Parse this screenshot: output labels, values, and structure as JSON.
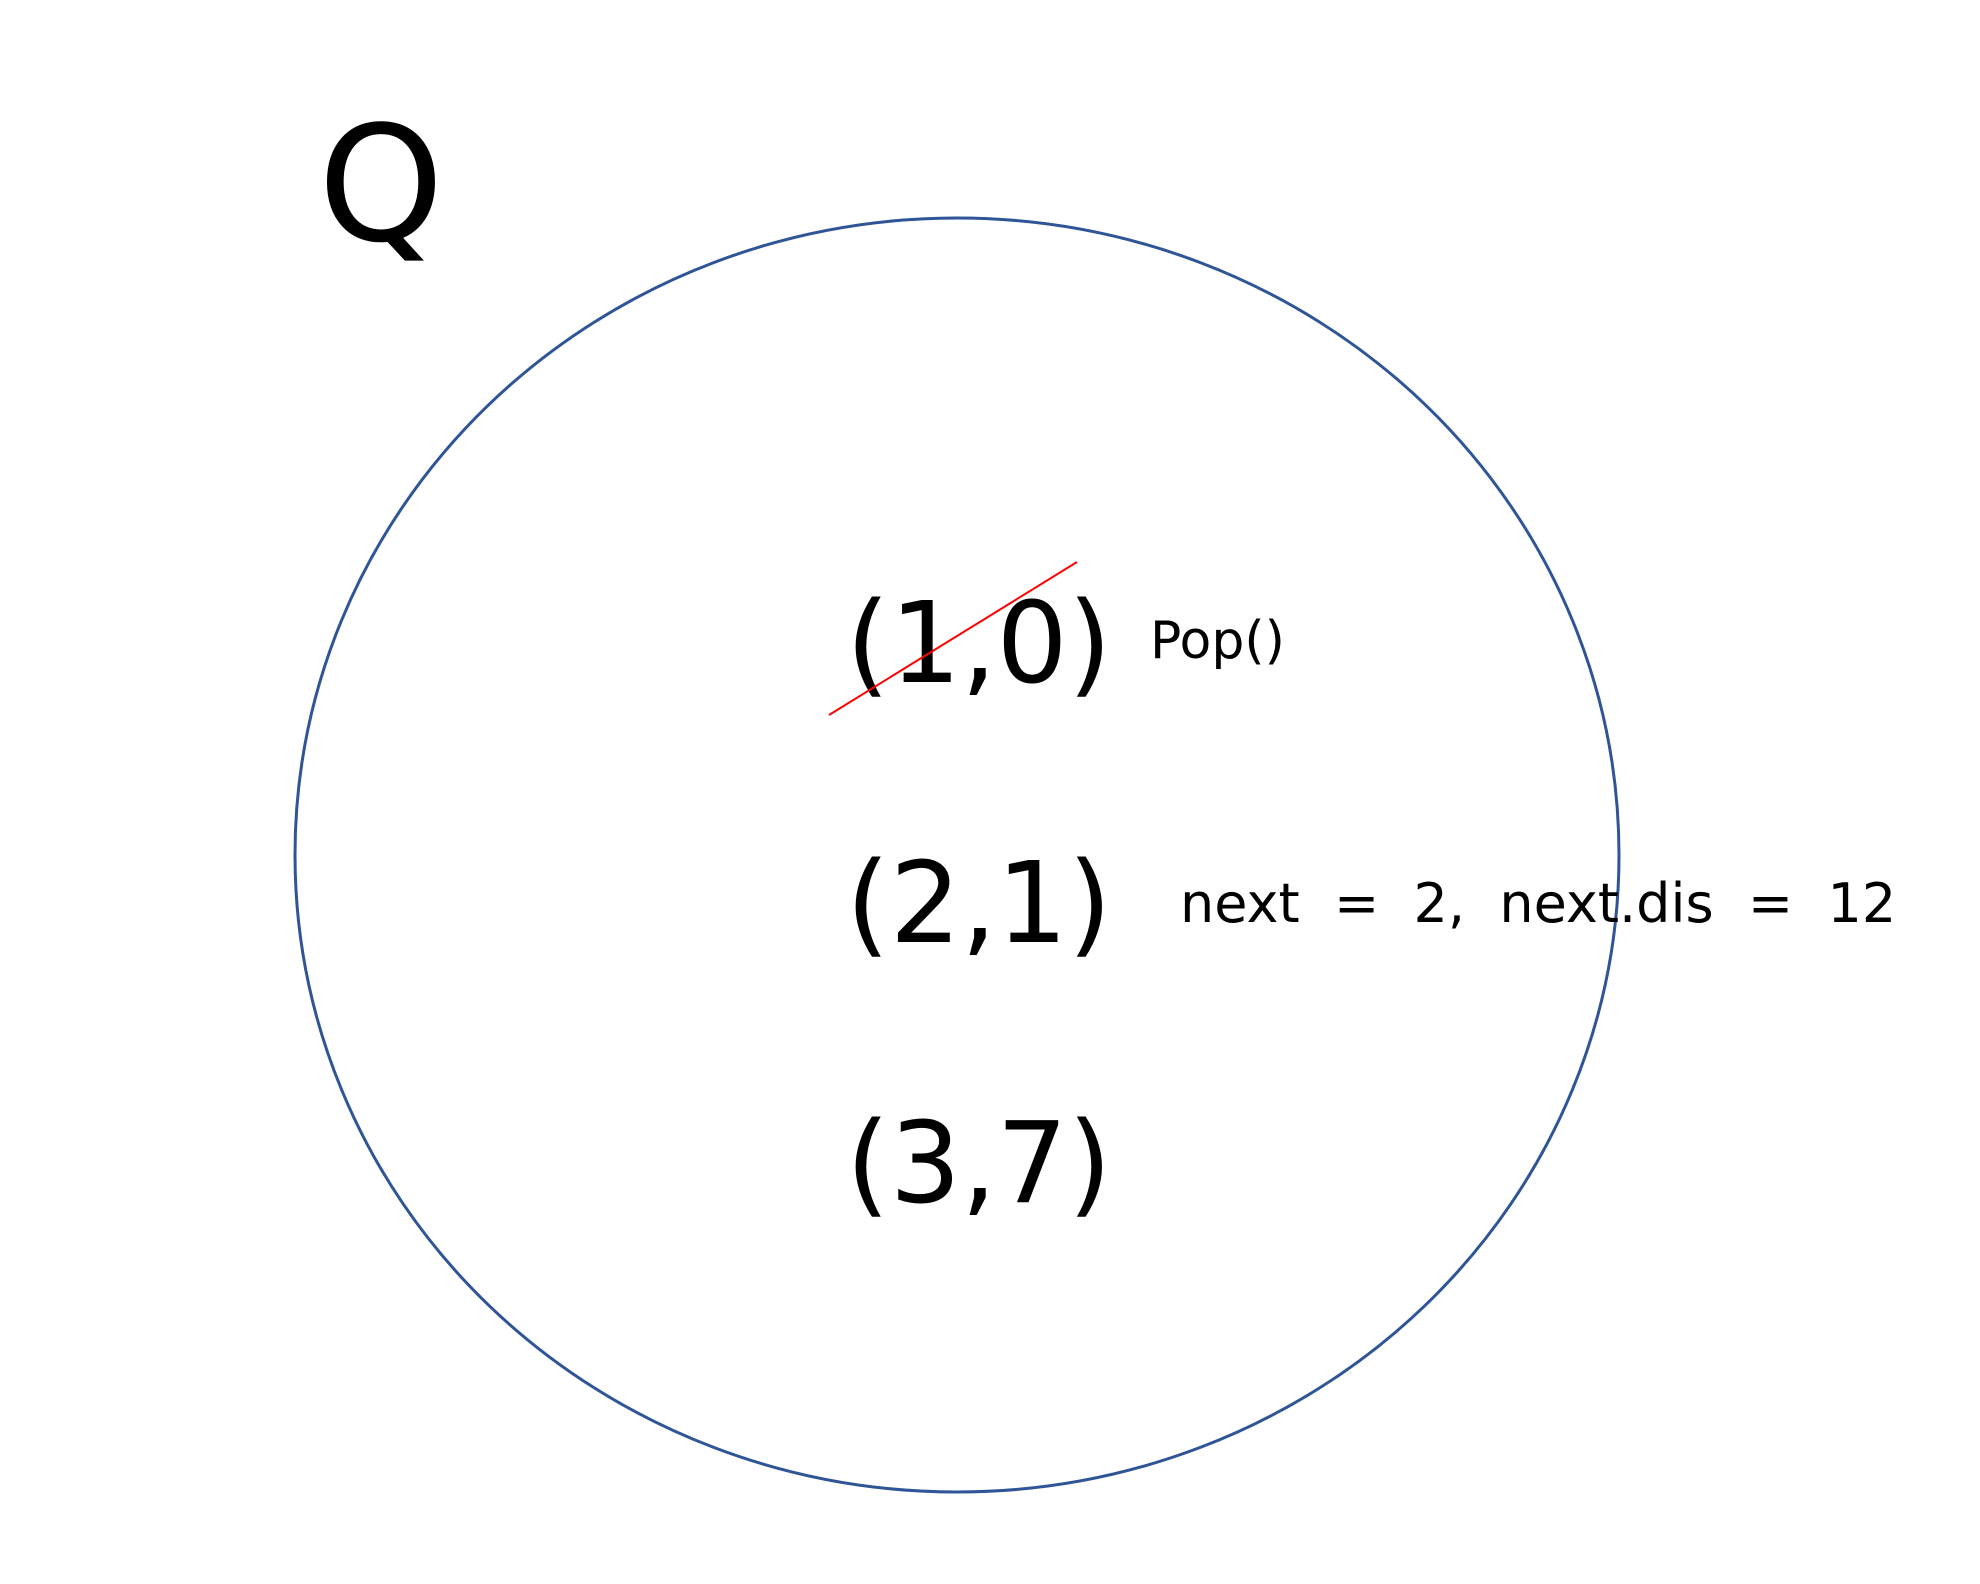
{
  "queue": {
    "label": "Q",
    "border_color": "#2f5597"
  },
  "entries": [
    {
      "text": "(1,0)",
      "popped": true
    },
    {
      "text": "(2,1)",
      "popped": false
    },
    {
      "text": "(3,7)",
      "popped": false
    }
  ],
  "annotations": {
    "pop": "Pop()",
    "next_info": "next  =  2,  next.dis  =  12"
  },
  "colors": {
    "strike": "#ff0000",
    "text": "#000000"
  }
}
